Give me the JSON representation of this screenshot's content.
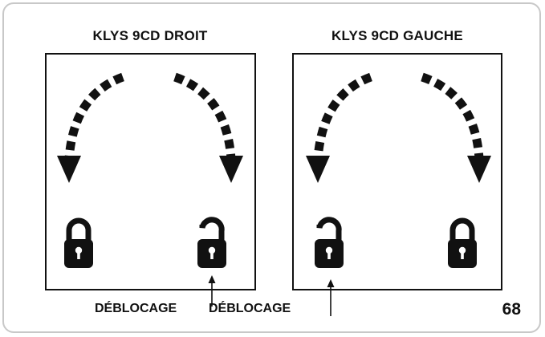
{
  "panels": {
    "right": {
      "title": "KLYS 9CD DROIT"
    },
    "left": {
      "title": "KLYS 9CD GAUCHE"
    }
  },
  "footer": {
    "unlock_label_1": "DÉBLOCAGE",
    "unlock_label_2": "DÉBLOCAGE"
  },
  "page_number": "68",
  "colors": {
    "ink": "#111111",
    "card_border": "#c8c8c8"
  }
}
